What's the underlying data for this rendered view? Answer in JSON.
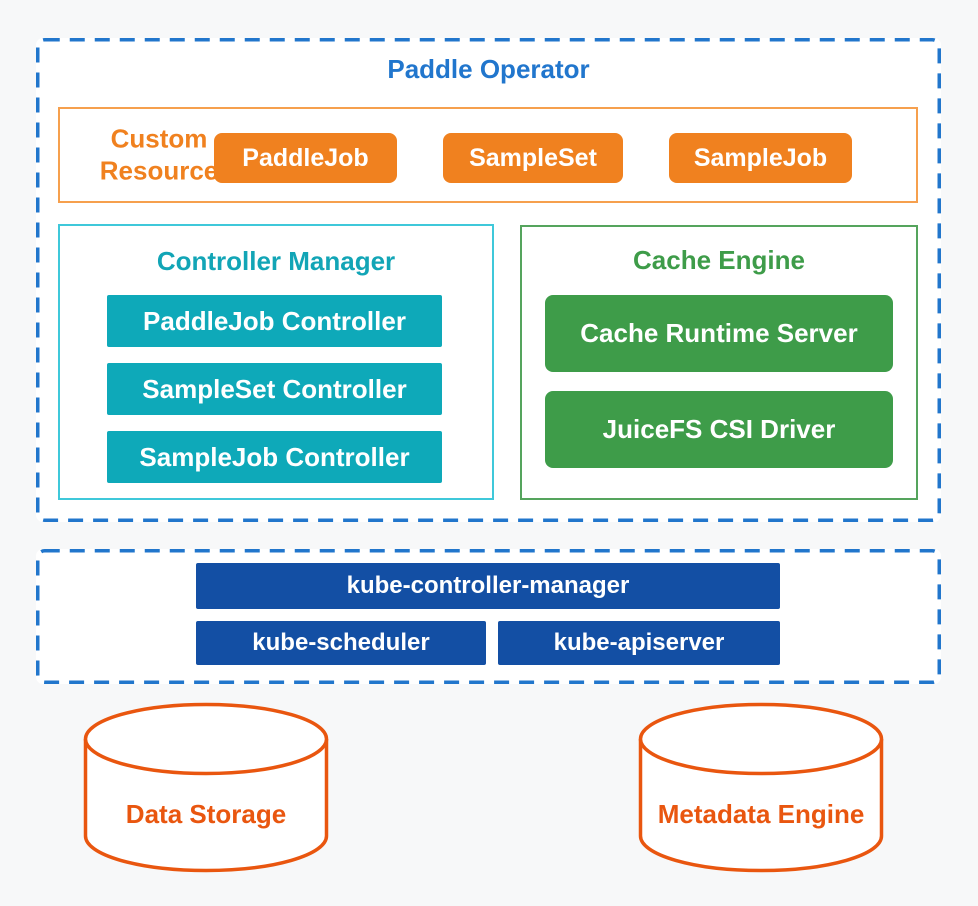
{
  "colors": {
    "background": "#f7f8f9",
    "dashed_border_blue": "#2176cc",
    "title_blue": "#2176cd",
    "orange": "#f0811f",
    "orange_border": "#f6a04e",
    "teal": "#0ea9b9",
    "teal_border": "#3fc8da",
    "green": "#3e9c49",
    "green_border": "#55a45d",
    "kube_blue": "#134fa4",
    "cylinder_orange_red": "#e9560f",
    "node_text": "#ffffff"
  },
  "operator_section": {
    "title": "Paddle Operator",
    "custom_resource": {
      "label": "Custom Resource",
      "buttons": [
        "PaddleJob",
        "SampleSet",
        "SampleJob"
      ]
    },
    "controller_manager": {
      "title": "Controller Manager",
      "buttons": [
        "PaddleJob Controller",
        "SampleSet Controller",
        "SampleJob Controller"
      ]
    },
    "cache_engine": {
      "title": "Cache Engine",
      "buttons": [
        "Cache Runtime Server",
        "JuiceFS CSI Driver"
      ]
    }
  },
  "kubernetes_section": {
    "buttons": [
      "kube-controller-manager",
      "kube-scheduler",
      "kube-apiserver"
    ]
  },
  "storage_section": {
    "labels": [
      "Data Storage",
      "Metadata Engine"
    ]
  }
}
